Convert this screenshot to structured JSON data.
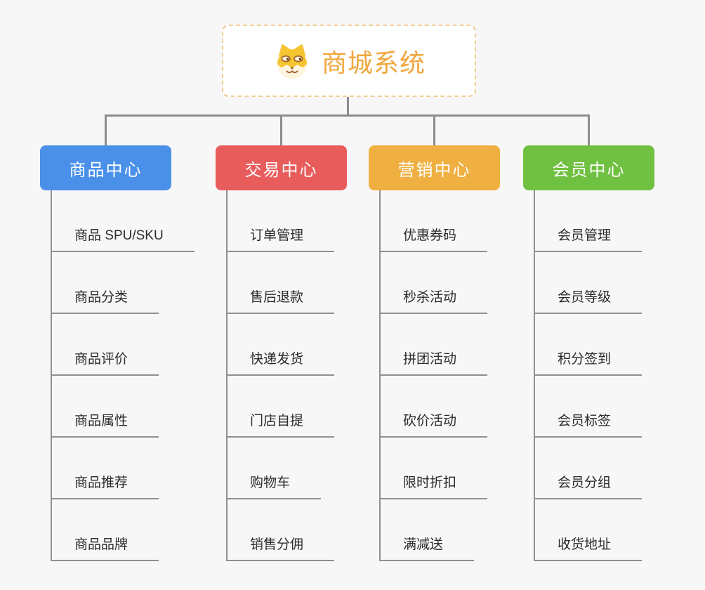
{
  "root": {
    "title": "商城系统",
    "icon": "shiba-dog-icon",
    "title_color": "#f0a73e",
    "border_color": "#f2cd93"
  },
  "style": {
    "background_color": "#f7f7f7",
    "connector_color": "#8c8c8c"
  },
  "branches": [
    {
      "label": "商品中心",
      "color": "#4a90e8",
      "children": [
        "商品 SPU/SKU",
        "商品分类",
        "商品评价",
        "商品属性",
        "商品推荐",
        "商品品牌"
      ]
    },
    {
      "label": "交易中心",
      "color": "#e85c5c",
      "children": [
        "订单管理",
        "售后退款",
        "快递发货",
        "门店自提",
        "购物车",
        "销售分佣"
      ]
    },
    {
      "label": "营销中心",
      "color": "#efb041",
      "children": [
        "优惠券码",
        "秒杀活动",
        "拼团活动",
        "砍价活动",
        "限时折扣",
        "满减送"
      ]
    },
    {
      "label": "会员中心",
      "color": "#70c041",
      "children": [
        "会员管理",
        "会员等级",
        "积分签到",
        "会员标签",
        "会员分组",
        "收货地址"
      ]
    }
  ]
}
